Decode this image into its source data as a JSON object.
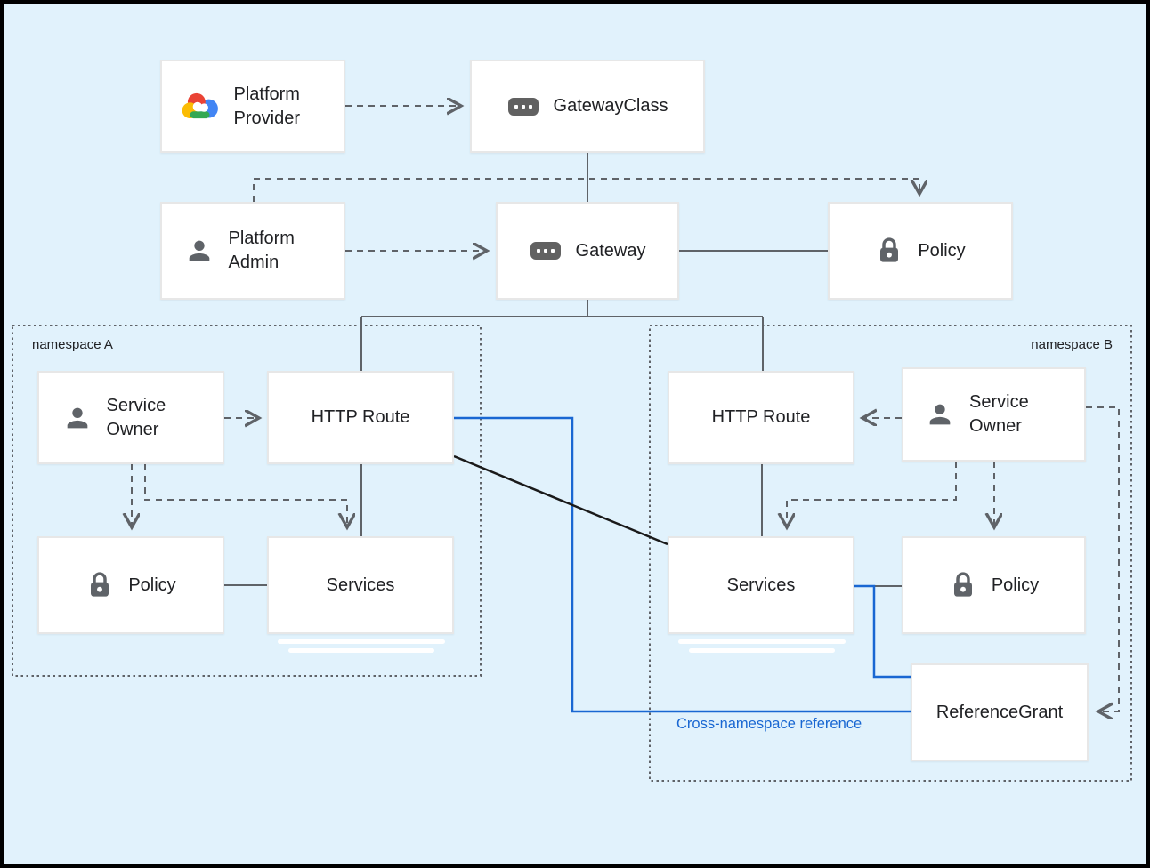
{
  "namespaces": {
    "a": {
      "label": "namespace A"
    },
    "b": {
      "label": "namespace B"
    }
  },
  "nodes": {
    "platform_provider": {
      "label": "Platform Provider",
      "icon": "google-cloud-icon"
    },
    "gateway_class": {
      "label": "GatewayClass",
      "icon": "resource-pill-icon"
    },
    "platform_admin": {
      "label": "Platform Admin",
      "icon": "person-icon"
    },
    "gateway": {
      "label": "Gateway",
      "icon": "resource-pill-icon"
    },
    "policy_admin": {
      "label": "Policy",
      "icon": "lock-icon"
    },
    "service_owner_a": {
      "label": "Service Owner",
      "icon": "person-icon"
    },
    "http_route_a": {
      "label": "HTTP Route"
    },
    "policy_a": {
      "label": "Policy",
      "icon": "lock-icon"
    },
    "services_a": {
      "label": "Services"
    },
    "http_route_b": {
      "label": "HTTP Route"
    },
    "service_owner_b": {
      "label": "Service Owner",
      "icon": "person-icon"
    },
    "services_b": {
      "label": "Services"
    },
    "policy_b": {
      "label": "Policy",
      "icon": "lock-icon"
    },
    "reference_grant": {
      "label": "ReferenceGrant"
    }
  },
  "annotations": {
    "cross_namespace_reference": "Cross-namespace reference"
  },
  "colors": {
    "background": "#e1f2fc",
    "line_gray": "#5f6368",
    "line_black": "#1a1a1a",
    "blue_accent": "#1967d2",
    "box_border": "#e7e7e7",
    "icon_gray": "#5f6368",
    "google_red": "#ea4335",
    "google_blue": "#4285f4",
    "google_yellow": "#fbbc04",
    "google_green": "#34a853"
  }
}
